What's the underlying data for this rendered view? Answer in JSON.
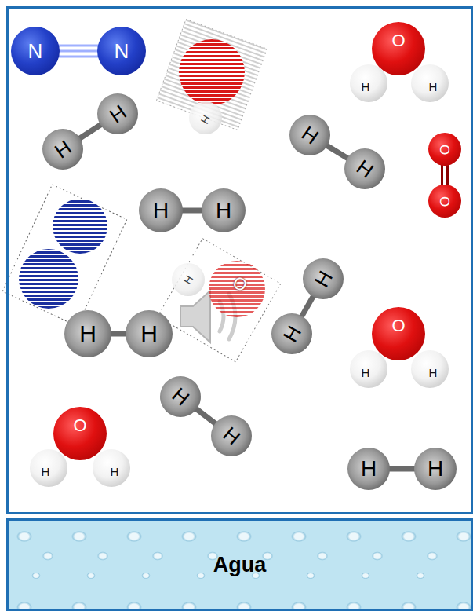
{
  "diagram": {
    "nodes": [
      {
        "text": [
          "N"
        ]
      },
      {
        "text": [
          "N"
        ]
      },
      {
        "text": [
          "O"
        ]
      },
      {
        "text": [
          "H"
        ]
      },
      {
        "text": [
          "H"
        ]
      },
      {
        "text": [
          "H"
        ]
      },
      {
        "text": [
          "H"
        ]
      },
      {
        "text": [
          "H"
        ]
      },
      {
        "text": [
          "H"
        ]
      },
      {
        "text": [
          "H"
        ]
      },
      {
        "text": [
          "O"
        ]
      },
      {
        "text": [
          "O"
        ]
      },
      {
        "text": [
          "H"
        ]
      },
      {
        "text": [
          "H"
        ]
      },
      {
        "text": [
          "H"
        ]
      },
      {
        "text": [
          "H"
        ]
      },
      {
        "text": [
          "O"
        ]
      },
      {
        "text": [
          "H"
        ]
      },
      {
        "text": [
          "H"
        ]
      },
      {
        "text": [
          "H"
        ]
      },
      {
        "text": [
          "O"
        ]
      },
      {
        "text": [
          "H"
        ]
      },
      {
        "text": [
          "H"
        ]
      },
      {
        "text": [
          "H"
        ]
      },
      {
        "text": [
          "H"
        ]
      },
      {
        "text": [
          "O"
        ]
      },
      {
        "text": [
          "H"
        ]
      },
      {
        "text": [
          "H"
        ]
      },
      {
        "text": [
          "H"
        ]
      },
      {
        "text": [
          "H"
        ]
      },
      {
        "text": [
          "Agua"
        ]
      }
    ],
    "edges": [
      {
        "from": 0,
        "to": 1,
        "arrow": "none"
      },
      {
        "from": 6,
        "to": 7,
        "arrow": "none"
      },
      {
        "from": 8,
        "to": 9,
        "arrow": "none"
      },
      {
        "from": 10,
        "to": 11,
        "arrow": "none"
      },
      {
        "from": 12,
        "to": 13,
        "arrow": "none"
      },
      {
        "from": 14,
        "to": 15,
        "arrow": "none"
      },
      {
        "from": 18,
        "to": 19,
        "arrow": "none"
      },
      {
        "from": 23,
        "to": 24,
        "arrow": "none"
      },
      {
        "from": 28,
        "to": 29,
        "arrow": "none"
      }
    ]
  }
}
